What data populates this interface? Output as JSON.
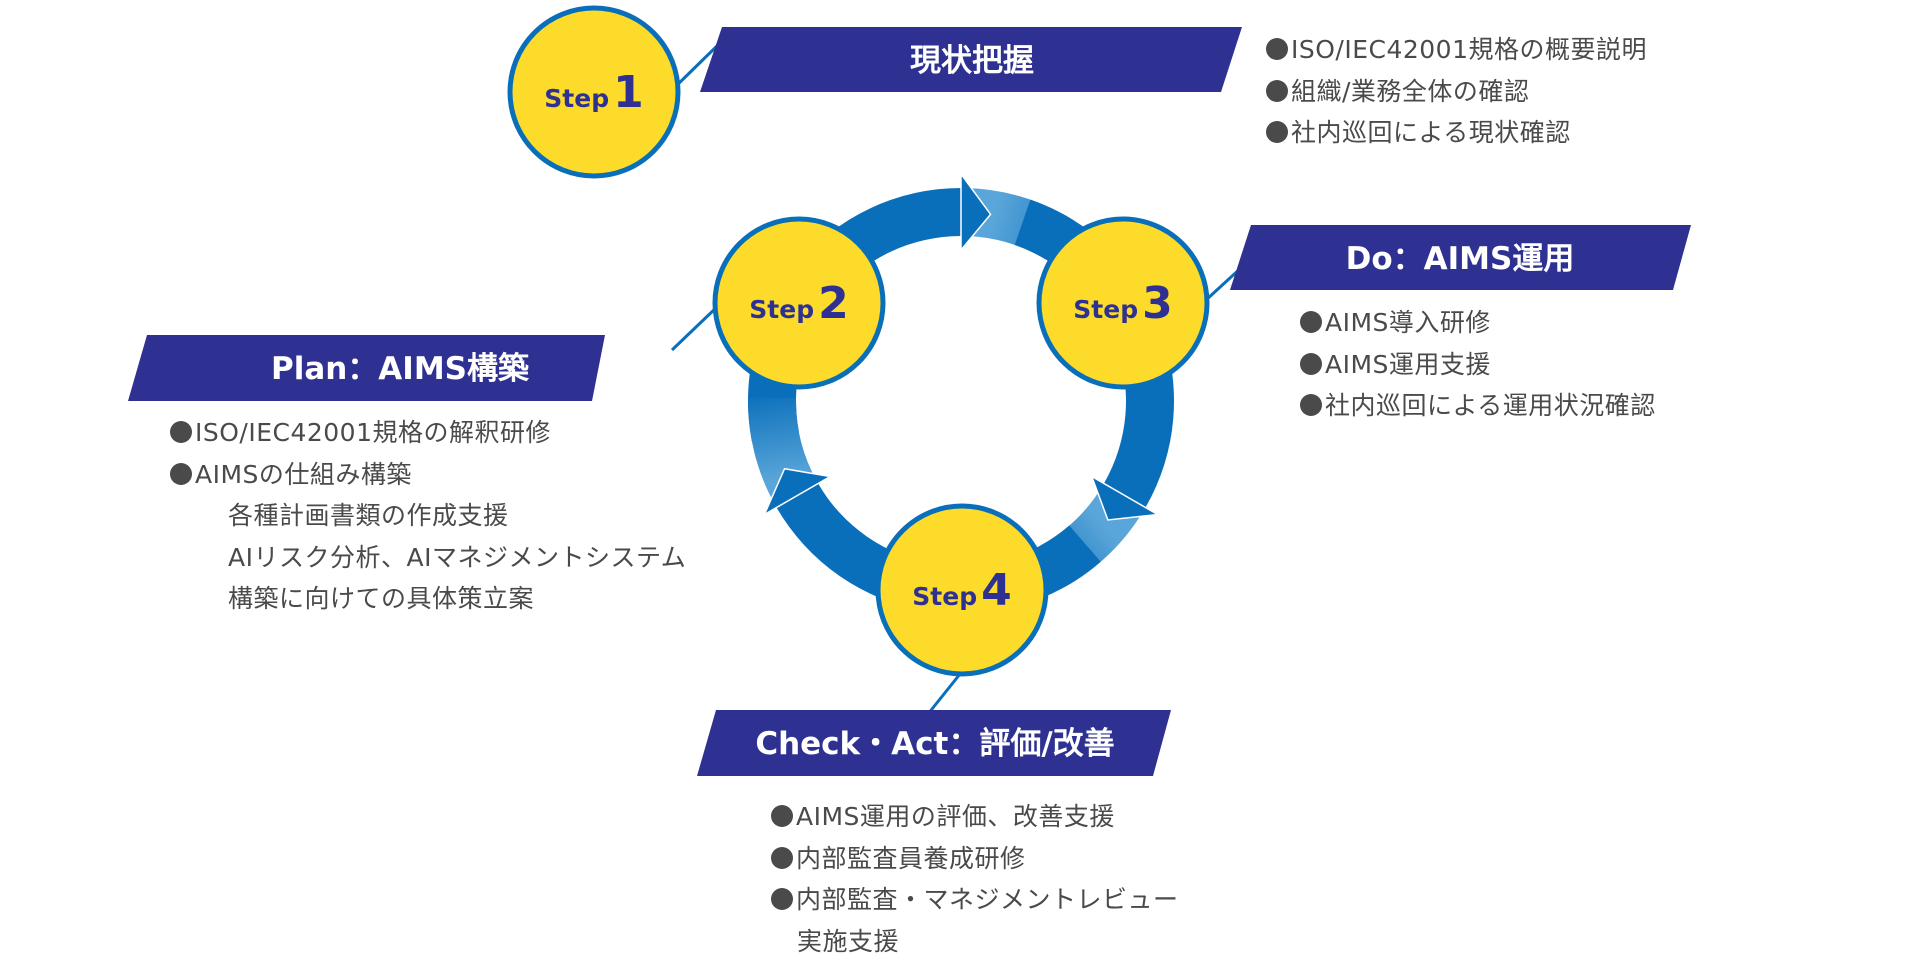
{
  "colors": {
    "bar": "#2e3192",
    "ring": "#0a6fba",
    "ring_light": "#5aa6da",
    "circle_fill": "#fddb2a",
    "circle_stroke": "#0a6fba",
    "step_text": "#2e3192",
    "body_text": "#4a4a4a"
  },
  "steps": [
    {
      "step_word": "Step",
      "number": "1",
      "title": "現状把握",
      "bullets": [
        {
          "text": "ISO/IEC42001規格の概要説明",
          "sub": []
        },
        {
          "text": "組織/業務全体の確認",
          "sub": []
        },
        {
          "text": "社内巡回による現状確認",
          "sub": []
        }
      ]
    },
    {
      "step_word": "Step",
      "number": "2",
      "title": "Plan：AIMS構築",
      "bullets": [
        {
          "text": "ISO/IEC42001規格の解釈研修",
          "sub": []
        },
        {
          "text": "AIMSの仕組み構築",
          "sub": [
            "各種計画書類の作成支援",
            "AIリスク分析、AIマネジメントシステム",
            "構築に向けての具体策立案"
          ]
        }
      ]
    },
    {
      "step_word": "Step",
      "number": "3",
      "title": "Do：AIMS運用",
      "bullets": [
        {
          "text": "AIMS導入研修",
          "sub": []
        },
        {
          "text": "AIMS運用支援",
          "sub": []
        },
        {
          "text": "社内巡回による運用状況確認",
          "sub": []
        }
      ]
    },
    {
      "step_word": "Step",
      "number": "4",
      "title": "Check・Act：評価/改善",
      "bullets": [
        {
          "text": "AIMS運用の評価、改善支援",
          "sub": []
        },
        {
          "text": "内部監査員養成研修",
          "sub": []
        },
        {
          "text": "内部監査・マネジメントレビュー",
          "cont": "実施支援",
          "sub": []
        }
      ]
    }
  ],
  "cycle": {
    "order": [
      "Step2",
      "Step3",
      "Step4"
    ],
    "direction": "clockwise"
  }
}
